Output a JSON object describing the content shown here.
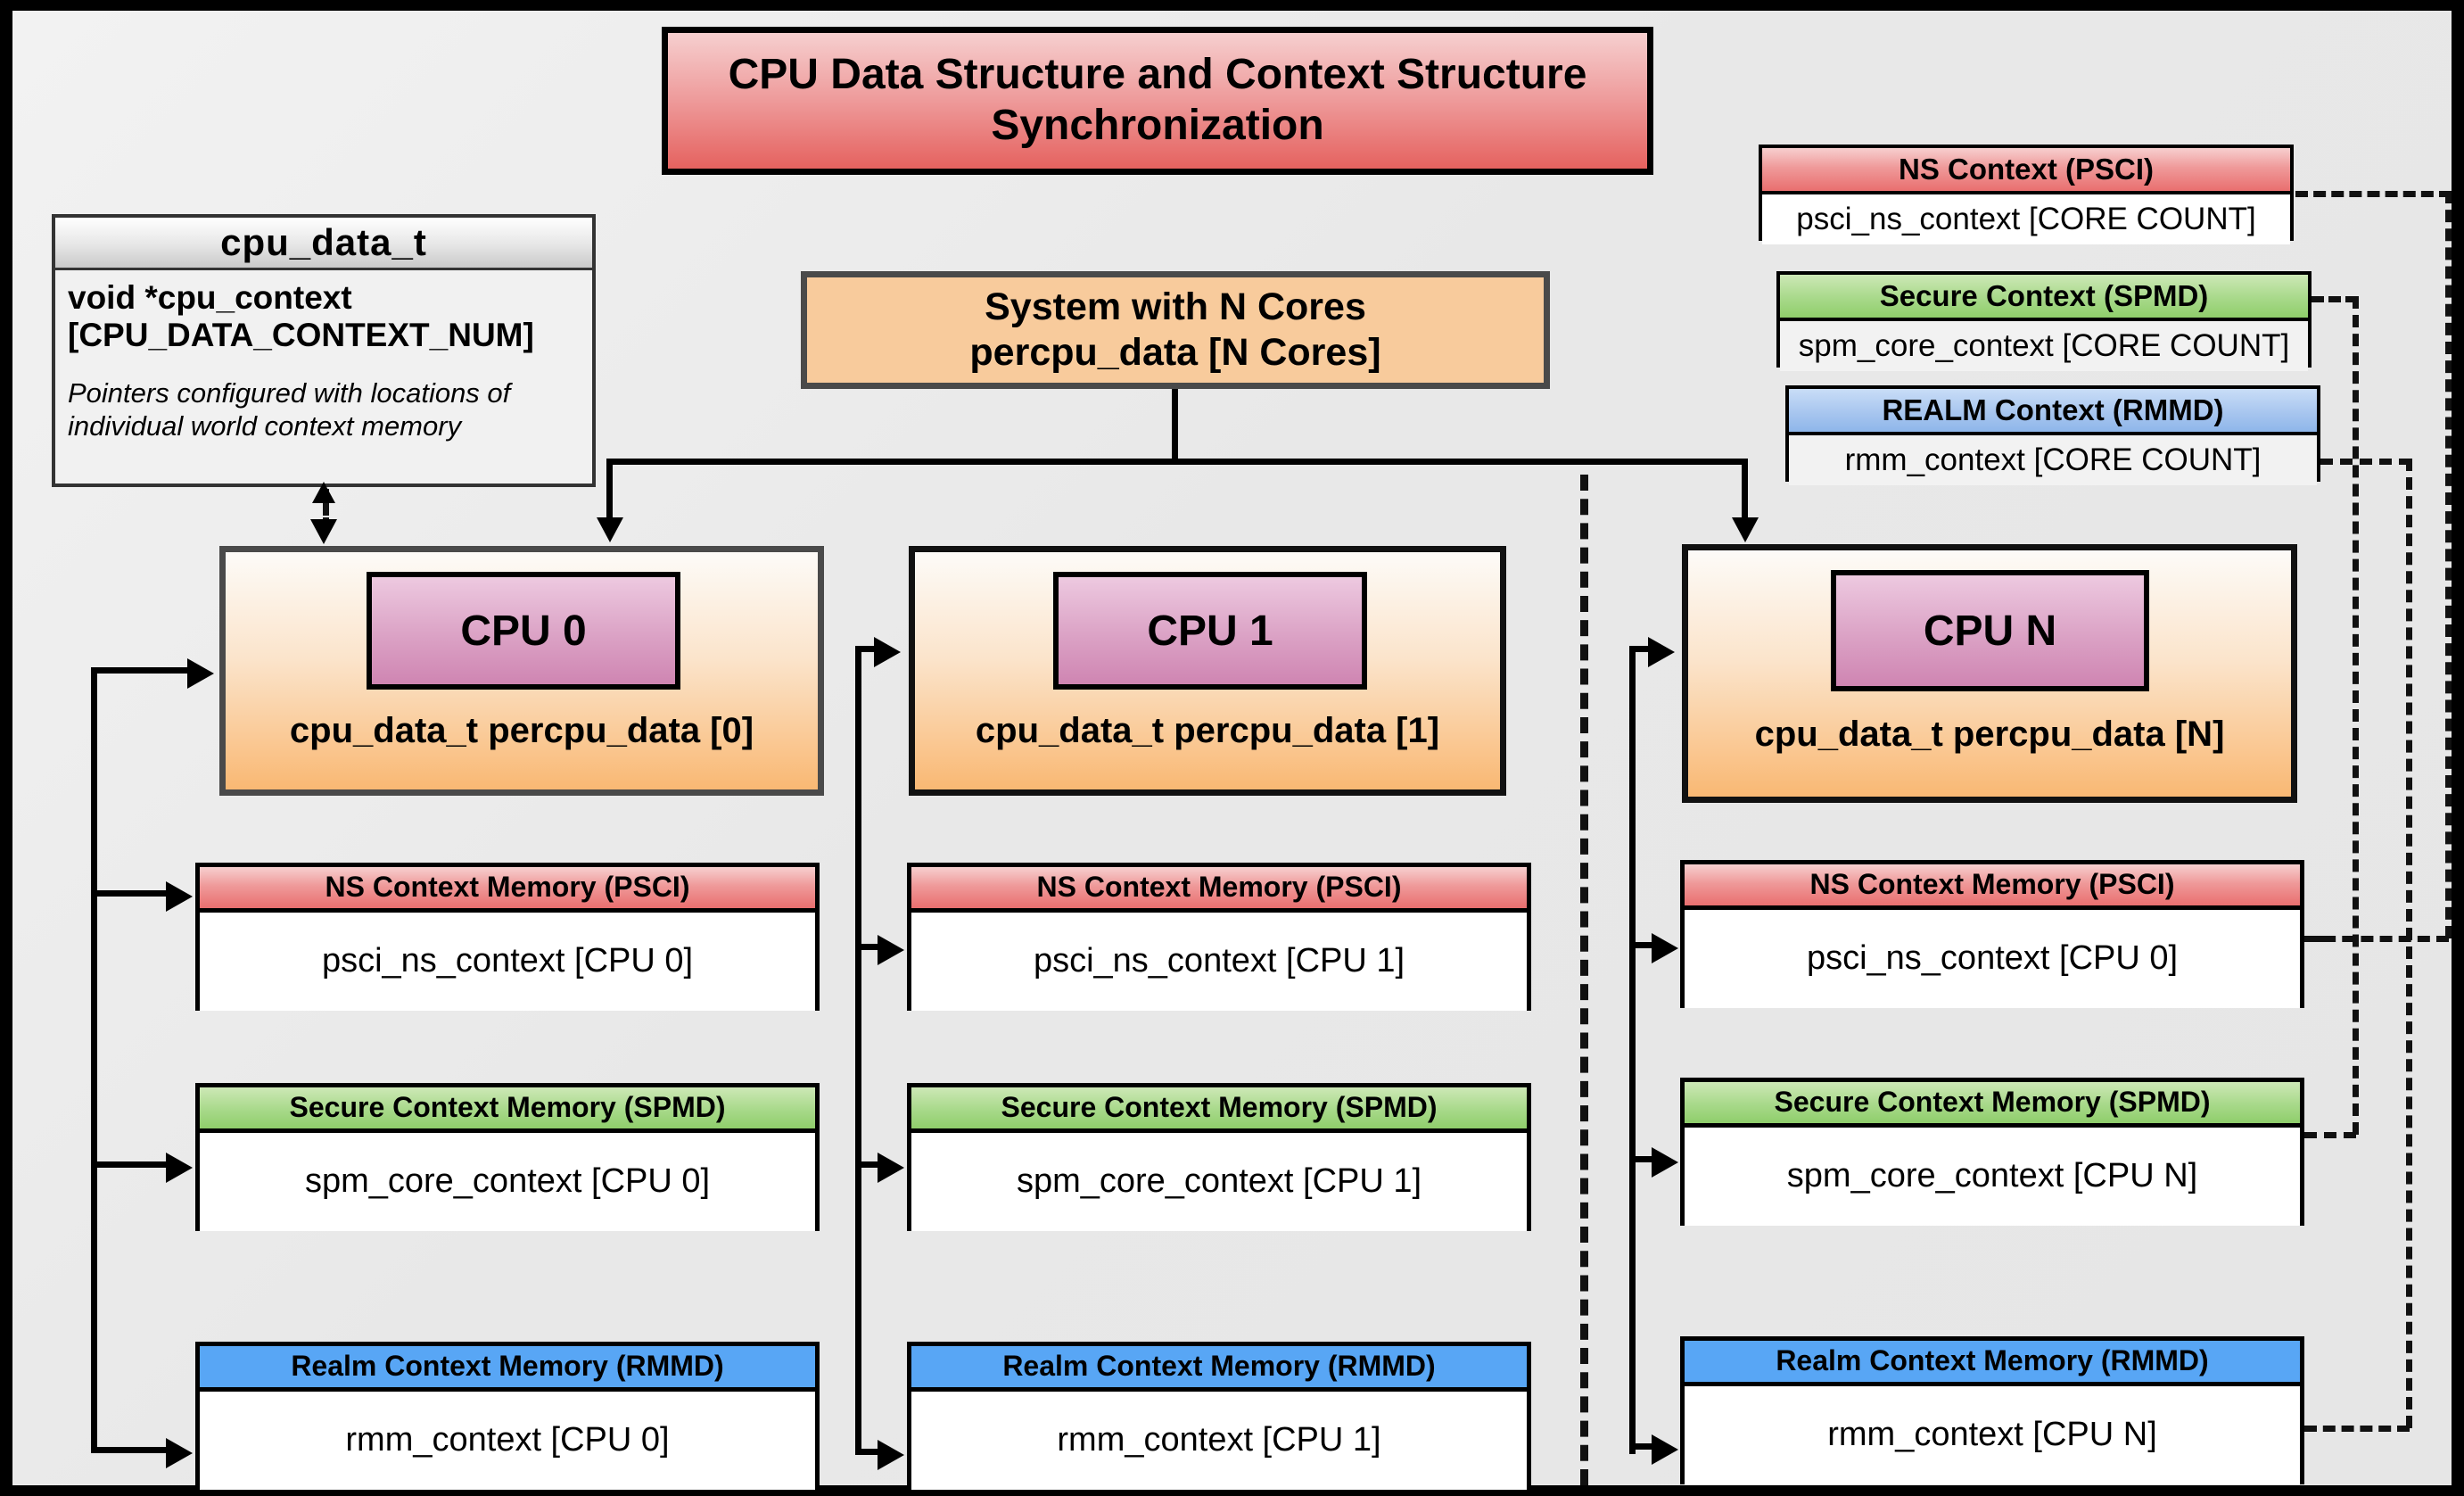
{
  "title": "CPU Data Structure and Context Structure Synchronization",
  "struct": {
    "name": "cpu_data_t",
    "field": "void  *cpu_context [CPU_DATA_CONTEXT_NUM]",
    "note": "Pointers configured with locations of individual world context memory"
  },
  "system": {
    "line1": "System with N Cores",
    "line2": "percpu_data [N Cores]"
  },
  "global_contexts": [
    {
      "header": "NS Context  (PSCI)",
      "body": "psci_ns_context [CORE COUNT]",
      "color": "#e96f6f"
    },
    {
      "header": "Secure Context (SPMD)",
      "body": "spm_core_context [CORE COUNT]",
      "color": "#8fce6b"
    },
    {
      "header": "REALM Context (RMMD)",
      "body": "rmm_context [CORE COUNT]",
      "color": "#8eb6ea"
    }
  ],
  "cpus": [
    {
      "label": "CPU 0",
      "struct_text": "cpu_data_t percpu_data [0]",
      "memories": [
        {
          "header": "NS Context Memory (PSCI)",
          "body": "psci_ns_context [CPU 0]"
        },
        {
          "header": "Secure Context Memory (SPMD)",
          "body": "spm_core_context [CPU 0]"
        },
        {
          "header": "Realm Context Memory (RMMD)",
          "body": "rmm_context [CPU 0]"
        }
      ]
    },
    {
      "label": "CPU 1",
      "struct_text": "cpu_data_t percpu_data [1]",
      "memories": [
        {
          "header": "NS Context Memory (PSCI)",
          "body": "psci_ns_context [CPU 1]"
        },
        {
          "header": "Secure Context Memory (SPMD)",
          "body": "spm_core_context [CPU 1]"
        },
        {
          "header": "Realm Context Memory (RMMD)",
          "body": "rmm_context [CPU 1]"
        }
      ]
    },
    {
      "label": "CPU N",
      "struct_text": "cpu_data_t percpu_data [N]",
      "memories": [
        {
          "header": "NS Context Memory (PSCI)",
          "body": "psci_ns_context [CPU 0]"
        },
        {
          "header": "Secure Context Memory (SPMD)",
          "body": "spm_core_context [CPU N]"
        },
        {
          "header": "Realm Context Memory (RMMD)",
          "body": "rmm_context [CPU N]"
        }
      ]
    }
  ],
  "colors": {
    "ns": "#e96f6f",
    "secure": "#8fce6b",
    "realm": "#58a6f5",
    "cpu_fill": "#f9b873",
    "cpu_label": "#cf85b2",
    "title_fill": "#e5625f",
    "canvas": "#e8e8e8"
  }
}
